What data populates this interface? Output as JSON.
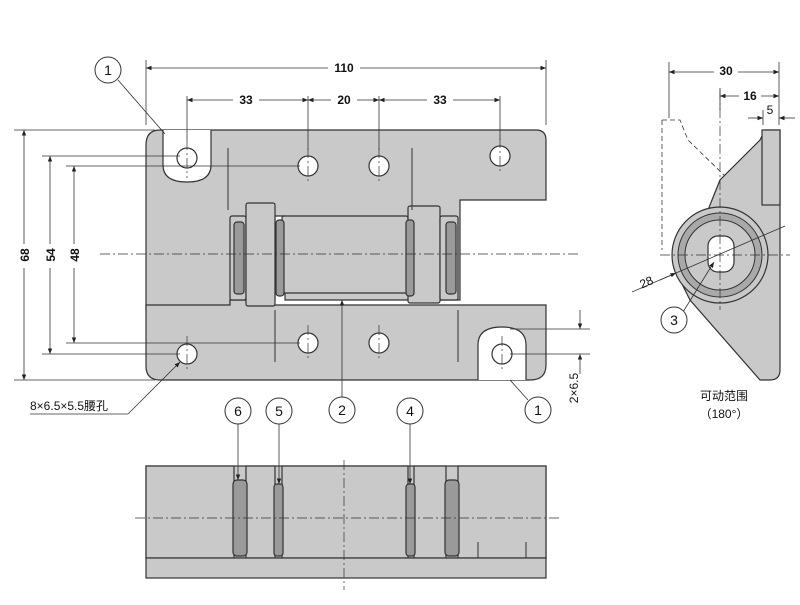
{
  "dimensions": {
    "overall_width": "110",
    "spacing_left": "33",
    "spacing_middle": "20",
    "spacing_right": "33",
    "height_outer": "68",
    "height_mid": "54",
    "height_inner": "48",
    "slot_thickness": "2×6.5",
    "side_width": "30",
    "side_offset": "16",
    "side_lip": "5",
    "pin_diameter": "28"
  },
  "annotations": {
    "slot_note": "8×6.5×5.5腰孔",
    "rotation_label": "可动范围",
    "rotation_value": "（180°）"
  },
  "callouts": {
    "c1": "1",
    "c2": "2",
    "c3": "3",
    "c4": "4",
    "c5": "5",
    "c6": "6"
  }
}
